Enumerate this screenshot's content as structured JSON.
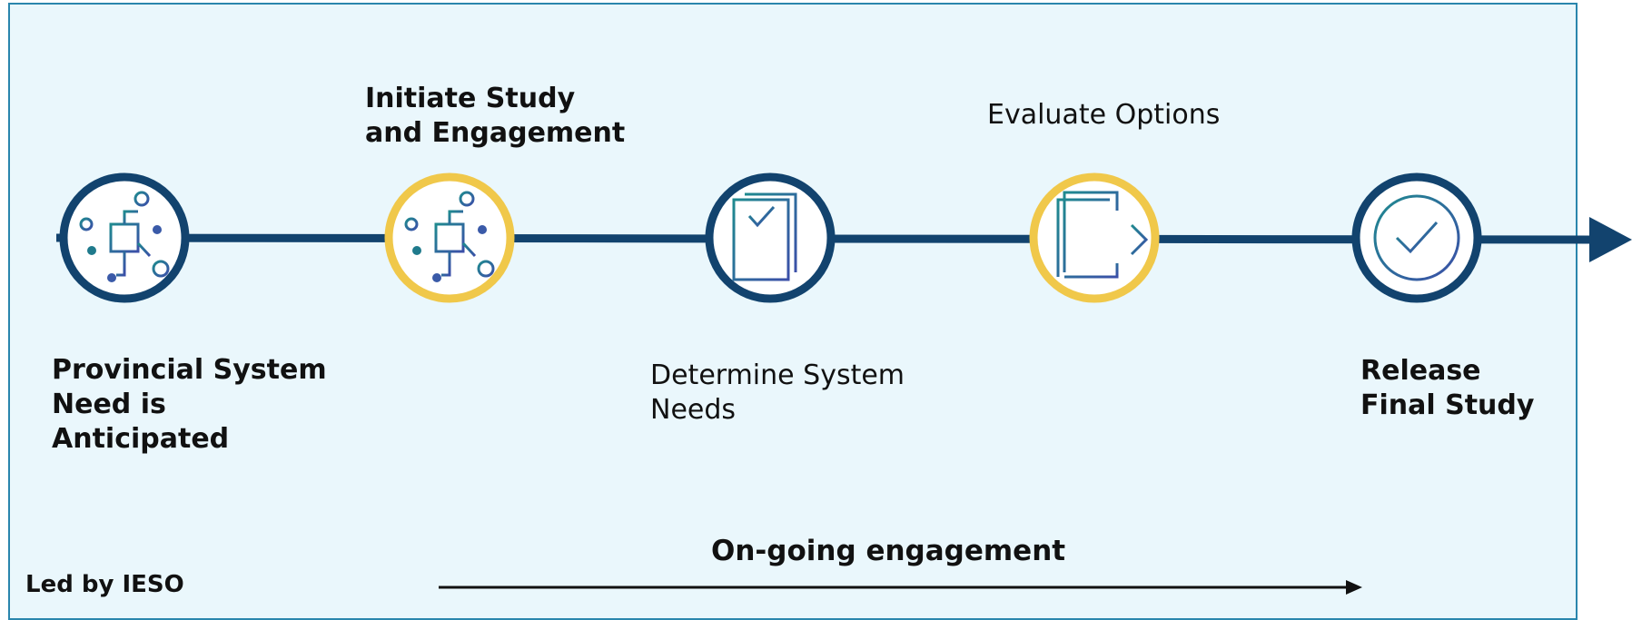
{
  "steps": [
    {
      "label": "Provincial System\nNeed is\nAnticipated",
      "bold": true,
      "icon": "processor-chip-icon",
      "ring": "navy"
    },
    {
      "label": "Initiate Study\nand Engagement",
      "bold": true,
      "icon": "processor-chip-icon",
      "ring": "yellow"
    },
    {
      "label": "Determine System\nNeeds",
      "bold": false,
      "icon": "checklist-document-icon",
      "ring": "navy"
    },
    {
      "label": "Evaluate Options",
      "bold": false,
      "icon": "document-export-icon",
      "ring": "yellow"
    },
    {
      "label": "Release\nFinal Study",
      "bold": true,
      "icon": "check-circle-icon",
      "ring": "navy"
    }
  ],
  "ongoing_label": "On-going engagement",
  "led_by_label": "Led by IESO",
  "colors": {
    "background": "#eaf7fc",
    "border": "#2a86ad",
    "navy": "#12436e",
    "yellow": "#f0c84a",
    "icon_teal": "#1f7a8c",
    "icon_blue": "#3a5aa8",
    "text": "#111111"
  }
}
